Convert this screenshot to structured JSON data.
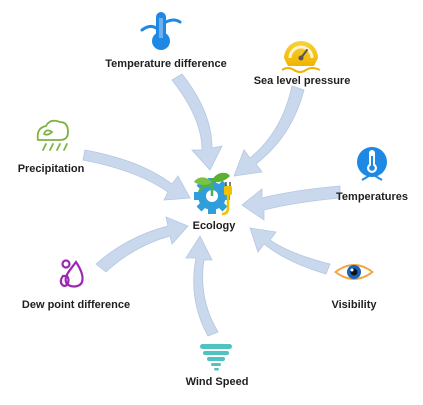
{
  "center": {
    "label": "Ecology",
    "icon": "plant-gear-plug-icon"
  },
  "factors": [
    {
      "id": "temperature-difference",
      "label": "Temperature difference",
      "icon": "thermometer-icon",
      "color": "#1e88e5"
    },
    {
      "id": "sea-level-pressure",
      "label": "Sea level pressure",
      "icon": "gauge-icon",
      "color": "#f2c200"
    },
    {
      "id": "precipitation",
      "label": "Precipitation",
      "icon": "wind-rain-icon",
      "color": "#7cb342"
    },
    {
      "id": "temperatures",
      "label": "Temperatures",
      "icon": "thermometer-badge-icon",
      "color": "#1e88e5"
    },
    {
      "id": "dew-point-difference",
      "label": "Dew point difference",
      "icon": "droplets-icon",
      "color": "#9c27b0"
    },
    {
      "id": "visibility",
      "label": "Visibility",
      "icon": "eye-icon",
      "color": "#f28c28"
    },
    {
      "id": "wind-speed",
      "label": "Wind Speed",
      "icon": "tornado-icon",
      "color": "#4fc3c0"
    }
  ],
  "colors": {
    "arrow": "#c9d8ec",
    "arrow_edge": "#b4c8e2",
    "text": "#1f1f1f"
  }
}
